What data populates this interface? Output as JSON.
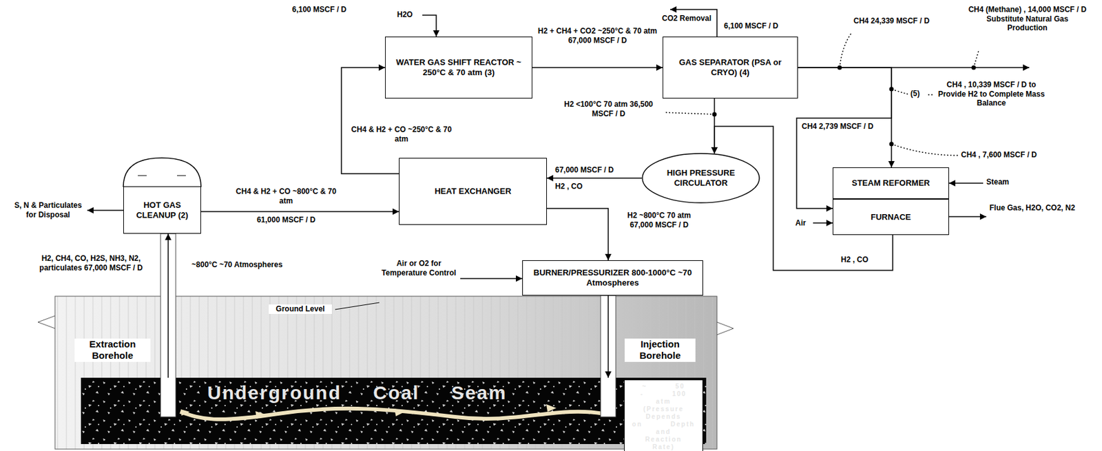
{
  "diagram": {
    "nodes": [
      {
        "text": [
          "HOT GAS CLEANUP (2)"
        ]
      },
      {
        "text": [
          "WATER GAS SHIFT REACTOR ~ 250°C & 70 atm (3)"
        ]
      },
      {
        "text": [
          "HEAT EXCHANGER"
        ]
      },
      {
        "text": [
          "GAS SEPARATOR (PSA or CRYO) (4)"
        ]
      },
      {
        "text": [
          "HIGH PRESSURE CIRCULATOR"
        ]
      },
      {
        "text": [
          "STEAM REFORMER"
        ]
      },
      {
        "text": [
          "FURNACE"
        ]
      },
      {
        "text": [
          "BURNER/PRESSURIZER 800-1000°C ~70 Atmospheres"
        ]
      },
      {
        "text": [
          "Underground Coal Seam"
        ]
      },
      {
        "text": [
          "~ 50 - 100 atm (Pressure Depends on Depth and Reaction Rate)"
        ],
        "in": 8
      }
    ],
    "edges": [
      {
        "from": 8,
        "to": 0,
        "arrow": "to"
      },
      {
        "from": 0,
        "to": 2,
        "arrow": "to"
      },
      {
        "from": 2,
        "to": 1,
        "arrow": "to"
      },
      {
        "from": 1,
        "to": 3,
        "arrow": "to"
      },
      {
        "from": 3,
        "to": 4,
        "arrow": "to"
      },
      {
        "from": 4,
        "to": 2,
        "arrow": "to"
      },
      {
        "from": 2,
        "to": 7,
        "arrow": "to"
      },
      {
        "from": 7,
        "to": 8,
        "arrow": "to"
      },
      {
        "from": 3,
        "to": 5,
        "arrow": "to"
      },
      {
        "from": 3,
        "to": 6,
        "arrow": "to"
      },
      {
        "from": 6,
        "to": 4,
        "arrow": "to"
      }
    ],
    "labels": [
      "6,100 MSCF / D",
      "H2O",
      "CO2 Removal",
      "6,100 MSCF / D",
      "CH4 24,339 MSCF / D",
      "CH4 (Methane) , 14,000 MSCF / D Substitute Natural Gas Production",
      "(5)",
      "CH4 , 10,339 MSCF / D to Provide H2 to Complete Mass Balance",
      "CH4 2,739 MSCF / D",
      "CH4 , 7,600 MSCF / D",
      "Steam",
      "Flue Gas, H2O, CO2, N2",
      "Air",
      "H2 , CO",
      "H2 <100°C 70 atm 36,500 MSCF / D",
      "67,000 MSCF / D",
      "H2 , CO",
      "CH4 & H2 + CO ~250°C & 70 atm",
      "CH4 & H2 + CO ~800°C & 70 atm",
      "61,000 MSCF / D",
      "S, N & Particulates for Disposal",
      "H2, CH4, CO, H2S, NH3, N2, particulates 67,000 MSCF / D",
      "~800°C ~70 Atmospheres",
      "H2 ~800°C 70 atm 67,000 MSCF / D",
      "Air or O2 for Temperature Control",
      "Ground Level",
      "Extraction Borehole",
      "Injection Borehole",
      "H2 + CH4 + CO2 ~250°C & 70 atm 67,000 MSCF / D"
    ]
  }
}
